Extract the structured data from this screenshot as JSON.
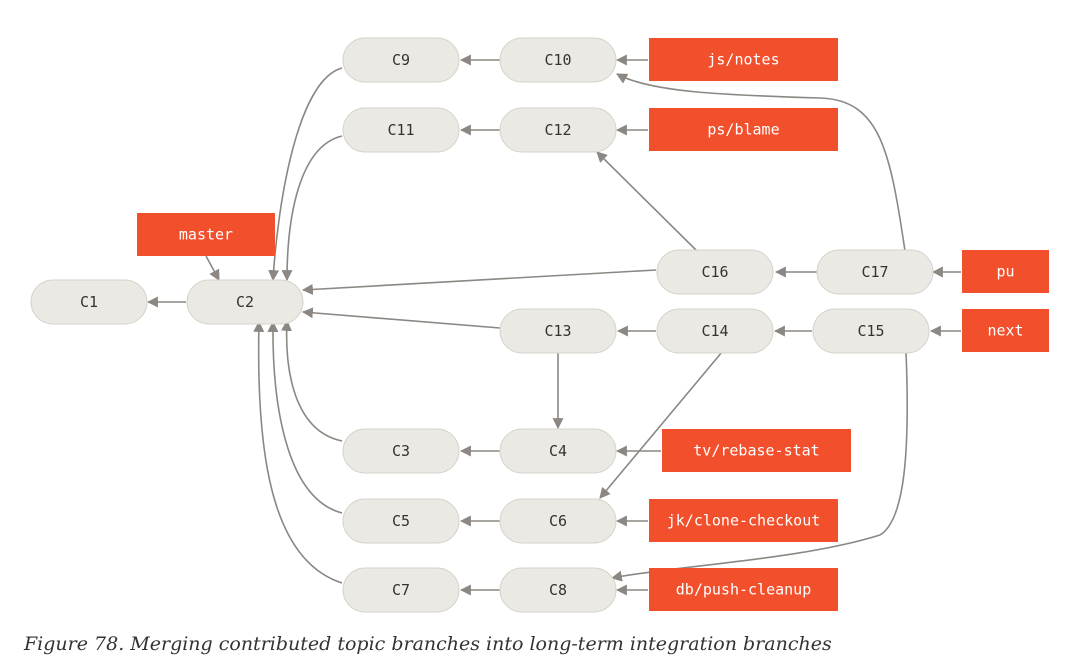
{
  "colors": {
    "commit_fill": "#ebe9e3",
    "commit_stroke": "#d7d3cb",
    "branch_fill": "#f24f2c",
    "arrow": "#8c8782"
  },
  "commits": {
    "C1": "C1",
    "C2": "C2",
    "C3": "C3",
    "C4": "C4",
    "C5": "C5",
    "C6": "C6",
    "C7": "C7",
    "C8": "C8",
    "C9": "C9",
    "C10": "C10",
    "C11": "C11",
    "C12": "C12",
    "C13": "C13",
    "C14": "C14",
    "C15": "C15",
    "C16": "C16",
    "C17": "C17"
  },
  "branches": {
    "master": "master",
    "js_notes": "js/notes",
    "ps_blame": "ps/blame",
    "pu": "pu",
    "next": "next",
    "tv_rebase_stat": "tv/rebase-stat",
    "jk_clone_checkout": "jk/clone-checkout",
    "db_push_cleanup": "db/push-cleanup"
  },
  "edges": [
    {
      "from": "C2",
      "to": "C1"
    },
    {
      "from": "C9",
      "to": "C2"
    },
    {
      "from": "C10",
      "to": "C9"
    },
    {
      "from": "C11",
      "to": "C2"
    },
    {
      "from": "C12",
      "to": "C11"
    },
    {
      "from": "C3",
      "to": "C2"
    },
    {
      "from": "C4",
      "to": "C3"
    },
    {
      "from": "C5",
      "to": "C2"
    },
    {
      "from": "C6",
      "to": "C5"
    },
    {
      "from": "C7",
      "to": "C2"
    },
    {
      "from": "C8",
      "to": "C7"
    },
    {
      "from": "C13",
      "to": "C2"
    },
    {
      "from": "C13",
      "to": "C4"
    },
    {
      "from": "C14",
      "to": "C13"
    },
    {
      "from": "C14",
      "to": "C6"
    },
    {
      "from": "C15",
      "to": "C14"
    },
    {
      "from": "C15",
      "to": "C8"
    },
    {
      "from": "C16",
      "to": "C2"
    },
    {
      "from": "C16",
      "to": "C12"
    },
    {
      "from": "C17",
      "to": "C16"
    },
    {
      "from": "C17",
      "to": "C10"
    }
  ],
  "refs": [
    {
      "branch": "master",
      "commit": "C2"
    },
    {
      "branch": "js/notes",
      "commit": "C10"
    },
    {
      "branch": "ps/blame",
      "commit": "C12"
    },
    {
      "branch": "pu",
      "commit": "C17"
    },
    {
      "branch": "next",
      "commit": "C15"
    },
    {
      "branch": "tv/rebase-stat",
      "commit": "C4"
    },
    {
      "branch": "jk/clone-checkout",
      "commit": "C6"
    },
    {
      "branch": "db/push-cleanup",
      "commit": "C8"
    }
  ],
  "caption": "Figure 78. Merging contributed topic branches into long-term integration branches"
}
